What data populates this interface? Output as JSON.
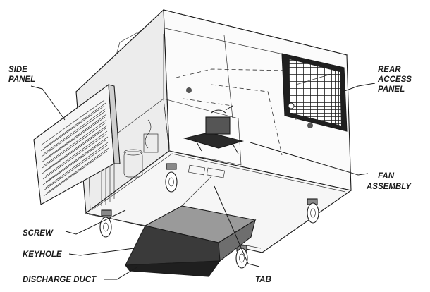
{
  "labels": {
    "side_panel": [
      "SIDE",
      "PANEL"
    ],
    "rear_access_panel": [
      "REAR",
      "ACCESS",
      "PANEL"
    ],
    "fan_assembly": [
      "FAN",
      "ASSEMBLY"
    ],
    "screw": "SCREW",
    "keyhole": "KEYHOLE",
    "discharge_duct": "DISCHARGE DUCT",
    "tab": "TAB"
  },
  "icons": {
    "cabinet": "refrigeration-unit-cabinet-icon",
    "side_panel": "louvered-panel-icon",
    "rear_panel": "grille-panel-icon",
    "fan": "fan-icon",
    "duct": "duct-icon",
    "caster": "caster-wheel-icon"
  },
  "colors": {
    "ink": "#1a1a1a",
    "panel": "#f4f4f4",
    "shade": "#d9d9d9",
    "duct_dark": "#3a3a3a",
    "duct_mid": "#6e6e6e"
  }
}
